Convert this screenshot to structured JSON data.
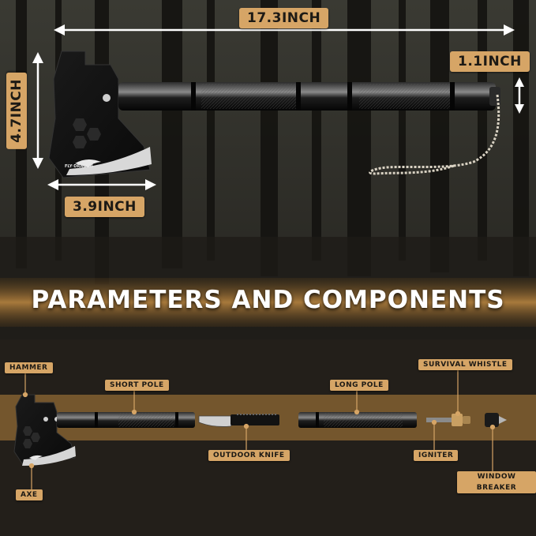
{
  "dimensions": {
    "length": "17.3INCH",
    "handle_diameter": "1.1INCH",
    "head_height": "4.7INCH",
    "head_width": "3.9INCH"
  },
  "heading": "PARAMETERS AND COMPONENTS",
  "components": {
    "hammer": "HAMMER",
    "axe": "AXE",
    "short_pole": "SHORT POLE",
    "outdoor_knife": "OUTDOOR KNIFE",
    "long_pole": "LONG POLE",
    "survival_whistle": "SURVIVAL WHISTLE",
    "igniter": "IGNITER",
    "window_breaker": "WINDOW BREAKER"
  },
  "colors": {
    "label_bg": "#d6a566",
    "band": "#b8843e",
    "metal": "#111111"
  },
  "icons": [
    "arrow-horizontal",
    "arrow-vertical",
    "paracord-lanyard",
    "brand-logo"
  ]
}
